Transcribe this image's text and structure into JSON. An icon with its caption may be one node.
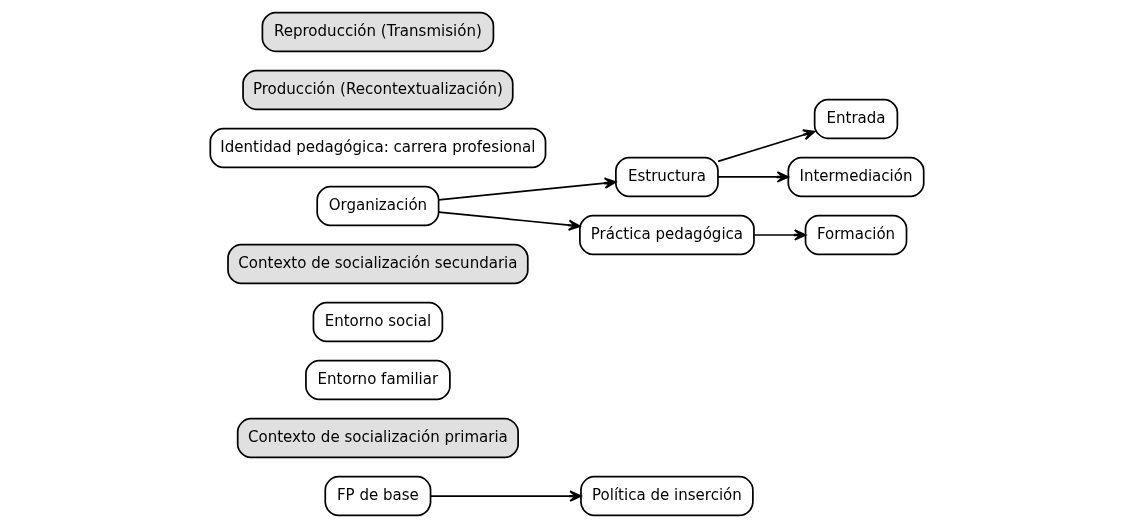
{
  "diagram": {
    "nodes": [
      {
        "text": [
          "FP de base"
        ]
      },
      {
        "text": [
          "Política de inserción"
        ]
      },
      {
        "text": [
          "Contexto de socialización primaria"
        ]
      },
      {
        "text": [
          "Entorno familiar"
        ]
      },
      {
        "text": [
          "Entorno social"
        ]
      },
      {
        "text": [
          "Contexto de socialización secundaria"
        ]
      },
      {
        "text": [
          "Organización"
        ]
      },
      {
        "text": [
          "Estructura"
        ]
      },
      {
        "text": [
          "Práctica pedagógica"
        ]
      },
      {
        "text": [
          "Entrada"
        ]
      },
      {
        "text": [
          "Formación"
        ]
      },
      {
        "text": [
          "Intermediación"
        ]
      },
      {
        "text": [
          "Identidad pedagógica: carrera profesional"
        ]
      },
      {
        "text": [
          "Producción (Recontextualización)"
        ]
      },
      {
        "text": [
          "Reproducción (Transmisión)"
        ]
      }
    ],
    "edges": [
      {
        "from": 0,
        "to": 1,
        "arrow": "to"
      },
      {
        "from": 6,
        "to": 7,
        "arrow": "to"
      },
      {
        "from": 6,
        "to": 8,
        "arrow": "to"
      },
      {
        "from": 7,
        "to": 9,
        "arrow": "to"
      },
      {
        "from": 7,
        "to": 11,
        "arrow": "to"
      },
      {
        "from": 8,
        "to": 10,
        "arrow": "to"
      }
    ]
  }
}
